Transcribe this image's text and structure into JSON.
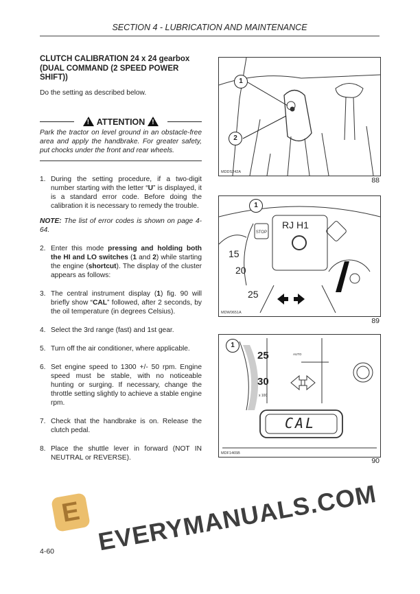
{
  "header": {
    "section_title": "SECTION 4 - LUBRICATION AND MAINTENANCE"
  },
  "content": {
    "title": "CLUTCH CALIBRATION 24 x 24 gearbox (DUAL COMMAND (2 SPEED POWER SHIFT))",
    "intro": "Do the setting as described below.",
    "attention": {
      "label": "ATTENTION",
      "text": "Park the tractor on level ground in an obstacle-free area and apply the handbrake. For greater safety, put chocks under the front and rear wheels."
    },
    "step1": {
      "num": "1.",
      "a": "During the setting procedure, if a two-digit number starting with the letter “",
      "b": "U",
      "c": "” is displayed, it is a standard error code. Before doing the calibration it is necessary to remedy the trouble."
    },
    "note": {
      "label": "NOTE:",
      "text": " The list of error codes is shown on page 4-64."
    },
    "step2": {
      "num": "2.",
      "a": "Enter this mode ",
      "b": "pressing and holding both the HI and LO switches",
      "c": " (",
      "d": "1",
      "e": " and ",
      "f": "2",
      "g": ") while starting the engine (",
      "h": "shortcut",
      "i": "). The display of the cluster appears as follows:"
    },
    "step3": {
      "num": "3.",
      "a": "The central instrument display (",
      "b": "1",
      "c": ") fig. 90 will briefly show “",
      "d": "CAL",
      "e": "” followed, after 2 seconds, by the oil temperature (in degrees Celsius)."
    },
    "step4": {
      "num": "4.",
      "text": "Select the 3rd range (fast) and 1st gear."
    },
    "step5": {
      "num": "5.",
      "text": "Turn off the air conditioner, where applicable."
    },
    "step6": {
      "num": "6.",
      "text": "Set engine speed to 1300 +/- 50 rpm. Engine speed must be stable, with no noticeable hunting or surging. If necessary, change the throttle setting slightly to achieve a stable engine rpm."
    },
    "step7": {
      "num": "7.",
      "text": "Check that the handbrake is on. Release the clutch pedal."
    },
    "step8": {
      "num": "8.",
      "text": "Place the shuttle lever in forward (NOT IN NEUTRAL or REVERSE)."
    }
  },
  "figures": [
    {
      "number": "88",
      "code": "MDDS242A",
      "callouts": [
        "1",
        "2"
      ]
    },
    {
      "number": "89",
      "code": "MDW0651A",
      "callouts": [
        "1"
      ],
      "display": "RJ H1",
      "gauge": [
        "15",
        "20",
        "25"
      ],
      "stop": "STOP"
    },
    {
      "number": "90",
      "code": "MDF1465B",
      "callouts": [
        "1"
      ],
      "gauge": [
        "25",
        "30"
      ],
      "scale": "x 100",
      "display": "CAL",
      "auto": "AUTO"
    }
  ],
  "watermark": "EVERYMANUALS.COM",
  "footer": {
    "page": "4-60"
  }
}
